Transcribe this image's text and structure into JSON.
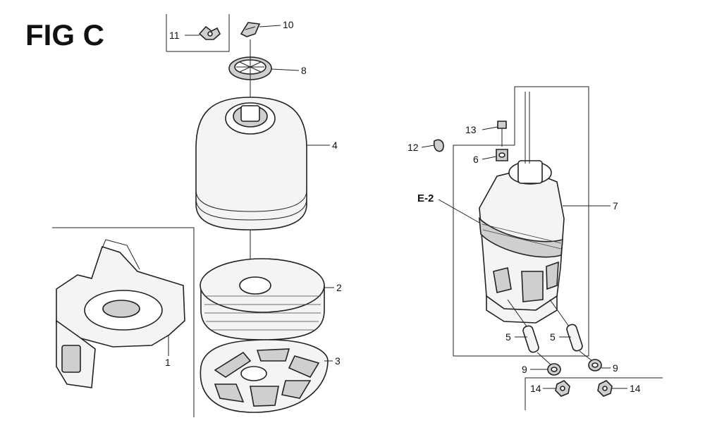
{
  "figure": {
    "title": "FIG C"
  },
  "callouts": {
    "p1": "1",
    "p2": "2",
    "p3": "3",
    "p4": "4",
    "p5a": "5",
    "p5b": "5",
    "p6": "6",
    "p7": "7",
    "p8": "8",
    "p9a": "9",
    "p9b": "9",
    "p10": "10",
    "p11": "11",
    "p12": "12",
    "p13": "13",
    "p14a": "14",
    "p14b": "14",
    "ref": "E-2"
  }
}
